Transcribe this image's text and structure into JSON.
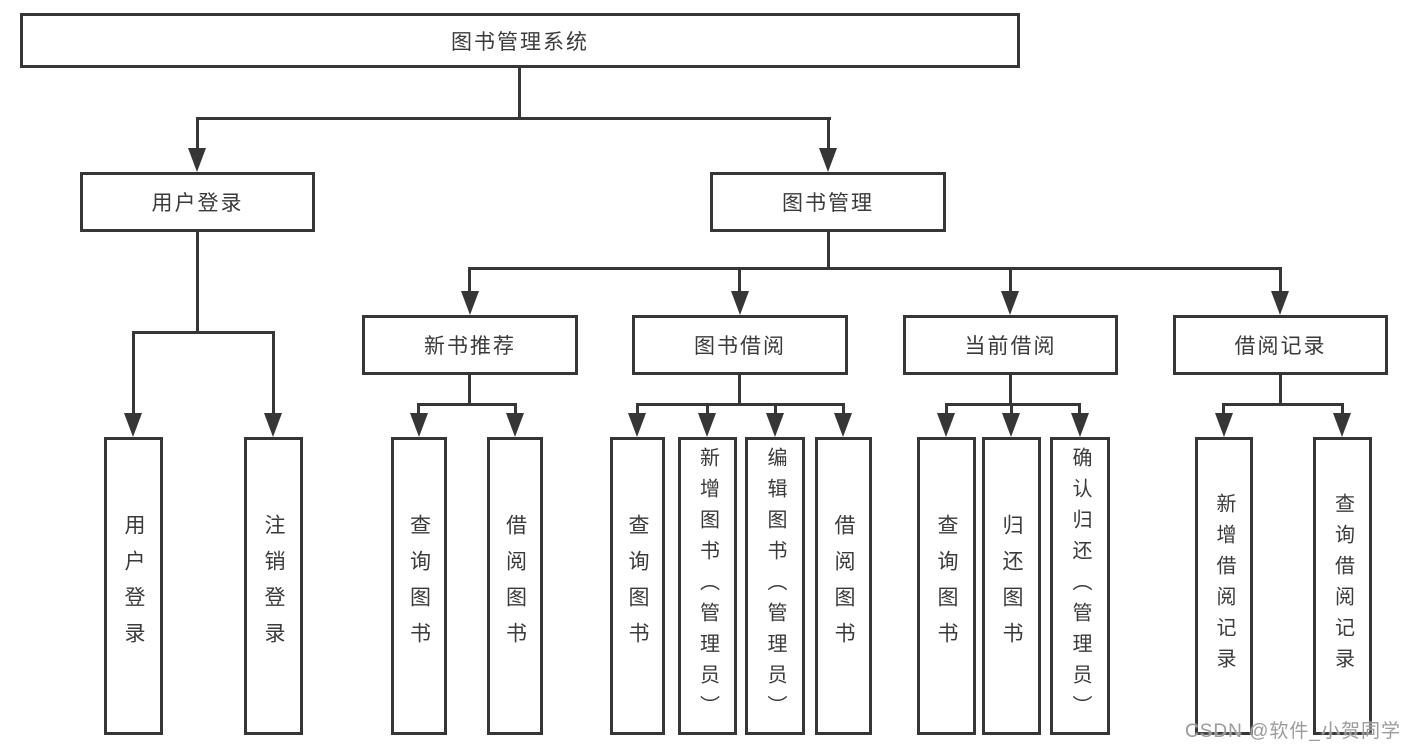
{
  "nodes": {
    "root": "图书管理系统",
    "user_login": "用户登录",
    "book_management": "图书管理",
    "new_book_recommend": "新书推荐",
    "book_borrowing": "图书借阅",
    "current_borrowing": "当前借阅",
    "borrowing_records": "借阅记录",
    "user_login_leaf": "用户登录",
    "logout": "注销登录",
    "query_books_1": "查询图书",
    "borrow_books_1": "借阅图书",
    "query_books_2": "查询图书",
    "add_books_admin": "新增图书（管理员）",
    "edit_books_admin": "编辑图书（管理员）",
    "borrow_books_2": "借阅图书",
    "query_books_3": "查询图书",
    "return_books": "归还图书",
    "confirm_return_admin": "确认归还（管理员）",
    "add_borrow_record": "新增借阅记录",
    "query_borrow_record": "查询借阅记录"
  },
  "hierarchy": {
    "图书管理系统": {
      "用户登录": [
        "用户登录",
        "注销登录"
      ],
      "图书管理": {
        "新书推荐": [
          "查询图书",
          "借阅图书"
        ],
        "图书借阅": [
          "查询图书",
          "新增图书（管理员）",
          "编辑图书（管理员）",
          "借阅图书"
        ],
        "当前借阅": [
          "查询图书",
          "归还图书",
          "确认归还（管理员）"
        ],
        "借阅记录": [
          "新增借阅记录",
          "查询借阅记录"
        ]
      }
    }
  },
  "watermark": "CSDN @软件_小贺同学",
  "colors": {
    "line": "#363636",
    "text": "#3a3a3a",
    "watermark": "#9b9b9b",
    "background": "#ffffff"
  }
}
